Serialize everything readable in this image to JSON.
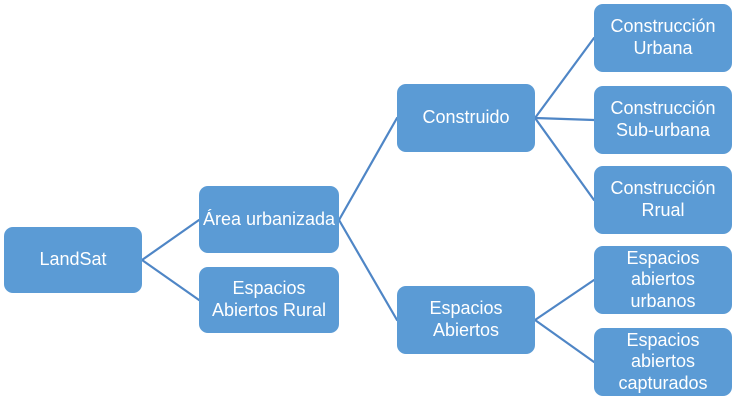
{
  "colors": {
    "node_fill": "#5B9BD5",
    "node_text": "#FFFFFF",
    "connector": "#4F86C6",
    "background": "#FFFFFF"
  },
  "nodes": {
    "landsat": {
      "label": "LandSat"
    },
    "area_urbanizada": {
      "label": "Área urbanizada"
    },
    "espacios_abiertos_rural": {
      "label": "Espacios\nAbiertos Rural"
    },
    "construido": {
      "label": "Construido"
    },
    "espacios_abiertos": {
      "label": "Espacios\nAbiertos"
    },
    "construccion_urbana": {
      "label": "Construcción\nUrbana"
    },
    "construccion_sub_urbana": {
      "label": "Construcción\nSub-urbana"
    },
    "construccion_rrual": {
      "label": "Construcción\nRrual"
    },
    "espacios_abiertos_urbanos": {
      "label": "Espacios\nabiertos\nurbanos"
    },
    "espacios_abiertos_capturados": {
      "label": "Espacios\nabiertos\ncapturados"
    }
  },
  "edges": [
    {
      "from": "landsat",
      "to": "area_urbanizada"
    },
    {
      "from": "landsat",
      "to": "espacios_abiertos_rural"
    },
    {
      "from": "area_urbanizada",
      "to": "construido"
    },
    {
      "from": "area_urbanizada",
      "to": "espacios_abiertos"
    },
    {
      "from": "construido",
      "to": "construccion_urbana"
    },
    {
      "from": "construido",
      "to": "construccion_sub_urbana"
    },
    {
      "from": "construido",
      "to": "construccion_rrual"
    },
    {
      "from": "espacios_abiertos",
      "to": "espacios_abiertos_urbanos"
    },
    {
      "from": "espacios_abiertos",
      "to": "espacios_abiertos_capturados"
    }
  ]
}
